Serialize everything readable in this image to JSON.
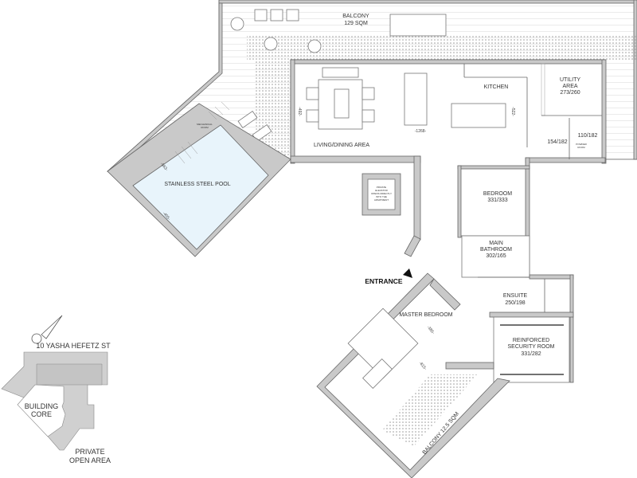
{
  "rooms": {
    "balcony_main": {
      "name": "BALCONY",
      "area": "129 SQM"
    },
    "kitchen": {
      "name": "KITCHEN"
    },
    "utility": {
      "name": "UTILITY",
      "name2": "AREA",
      "size": "273/260"
    },
    "living": {
      "name": "LIVING/DINING AREA"
    },
    "mechanical": {
      "name": "MECHANICAL",
      "name2": "ROOM"
    },
    "pool": {
      "name": "STAINLESS STEEL POOL"
    },
    "powder": {
      "name": "POWDER",
      "name2": "ROOM",
      "size": "110/182"
    },
    "hall": {
      "size": "154/182"
    },
    "elevator": {
      "lines": [
        "PRIVATE",
        "ELEVATOR",
        "OPENS DIRECTLY",
        "INTO THE",
        "APARTMENT"
      ]
    },
    "bedroom": {
      "name": "BEDROOM",
      "size": "331/333"
    },
    "main_bath": {
      "name": "MAIN",
      "name2": "BATHROOM",
      "size": "302/165"
    },
    "ensuite": {
      "name": "ENSUITE",
      "size": "250/198"
    },
    "master": {
      "name": "MASTER BEDROOM"
    },
    "security": {
      "name": "REINFORCED",
      "name2": "SECURITY ROOM",
      "size": "331/282"
    },
    "balcony_small": {
      "name": "BALCONY 12.5 SQM"
    }
  },
  "entrance": "ENTRANCE",
  "dimensions": {
    "d1268": "-1268-",
    "d522": "-522-",
    "d492": "-492-",
    "d563": "-563-",
    "d405": "-405-",
    "d385": "-385-",
    "d815": "-815-"
  },
  "keymap": {
    "street": "10 YASHA HEFETZ ST",
    "core": "BUILDING",
    "core2": "CORE",
    "open": "PRIVATE",
    "open2": "OPEN AREA"
  },
  "colors": {
    "pool": "#e8f4fb",
    "wall": "#c9c9c9"
  }
}
